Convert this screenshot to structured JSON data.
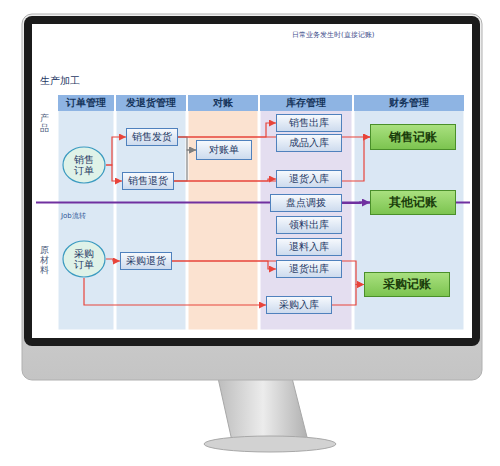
{
  "diagram": {
    "title": "生产加工",
    "nodes": [
      {
        "text": [
          "订单管理"
        ]
      },
      {
        "text": [
          "发退货管理"
        ]
      },
      {
        "text": [
          "对账"
        ]
      },
      {
        "text": [
          "库存管理"
        ]
      },
      {
        "text": [
          "财务管理"
        ]
      },
      {
        "text": [
          "销售订单"
        ],
        "in": 0
      },
      {
        "text": [
          "销售发货"
        ],
        "in": 1
      },
      {
        "text": [
          "销售退货"
        ],
        "in": 1
      },
      {
        "text": [
          "对账单"
        ],
        "in": 2
      },
      {
        "text": [
          "销售出库"
        ],
        "in": 3
      },
      {
        "text": [
          "成品入库"
        ],
        "in": 3
      },
      {
        "text": [
          "退货入库"
        ],
        "in": 3
      },
      {
        "text": [
          "盘点调拨"
        ],
        "in": 3
      },
      {
        "text": [
          "领料出库"
        ],
        "in": 3
      },
      {
        "text": [
          "退料入库"
        ],
        "in": 3
      },
      {
        "text": [
          "退货出库"
        ],
        "in": 3
      },
      {
        "text": [
          "采购入库"
        ],
        "in": 3
      },
      {
        "text": [
          "销售记账"
        ],
        "in": 4
      },
      {
        "text": [
          "其他记账"
        ],
        "in": 4
      },
      {
        "text": [
          "采购记账"
        ],
        "in": 4
      },
      {
        "text": [
          "采购订单"
        ],
        "in": 0
      },
      {
        "text": [
          "采购退货"
        ],
        "in": 1
      }
    ],
    "edges": [
      {
        "from": 5,
        "to": 6,
        "arrow": "to"
      },
      {
        "from": 5,
        "to": 7,
        "arrow": "to"
      },
      {
        "from": 6,
        "to": 9,
        "arrow": "to"
      },
      {
        "from": 6,
        "to": 8,
        "arrow": "to"
      },
      {
        "from": 7,
        "to": 8,
        "arrow": "to"
      },
      {
        "from": 7,
        "to": 11,
        "arrow": "to"
      },
      {
        "from": 6,
        "to": 17,
        "arrow": "to"
      },
      {
        "from": 7,
        "to": 17,
        "arrow": "to"
      },
      {
        "from": 20,
        "to": 21,
        "arrow": "to"
      },
      {
        "from": 20,
        "to": 16,
        "arrow": "to"
      },
      {
        "from": 21,
        "to": 15,
        "arrow": "to"
      },
      {
        "from": 21,
        "to": 19,
        "arrow": "to"
      },
      {
        "from": 16,
        "to": 19,
        "arrow": "to"
      },
      {
        "from": 12,
        "to": 18,
        "arrow": "to"
      }
    ],
    "labels": [
      "日常业务发生时(直接记账)",
      "产品",
      "Job流转",
      "原材料"
    ]
  }
}
